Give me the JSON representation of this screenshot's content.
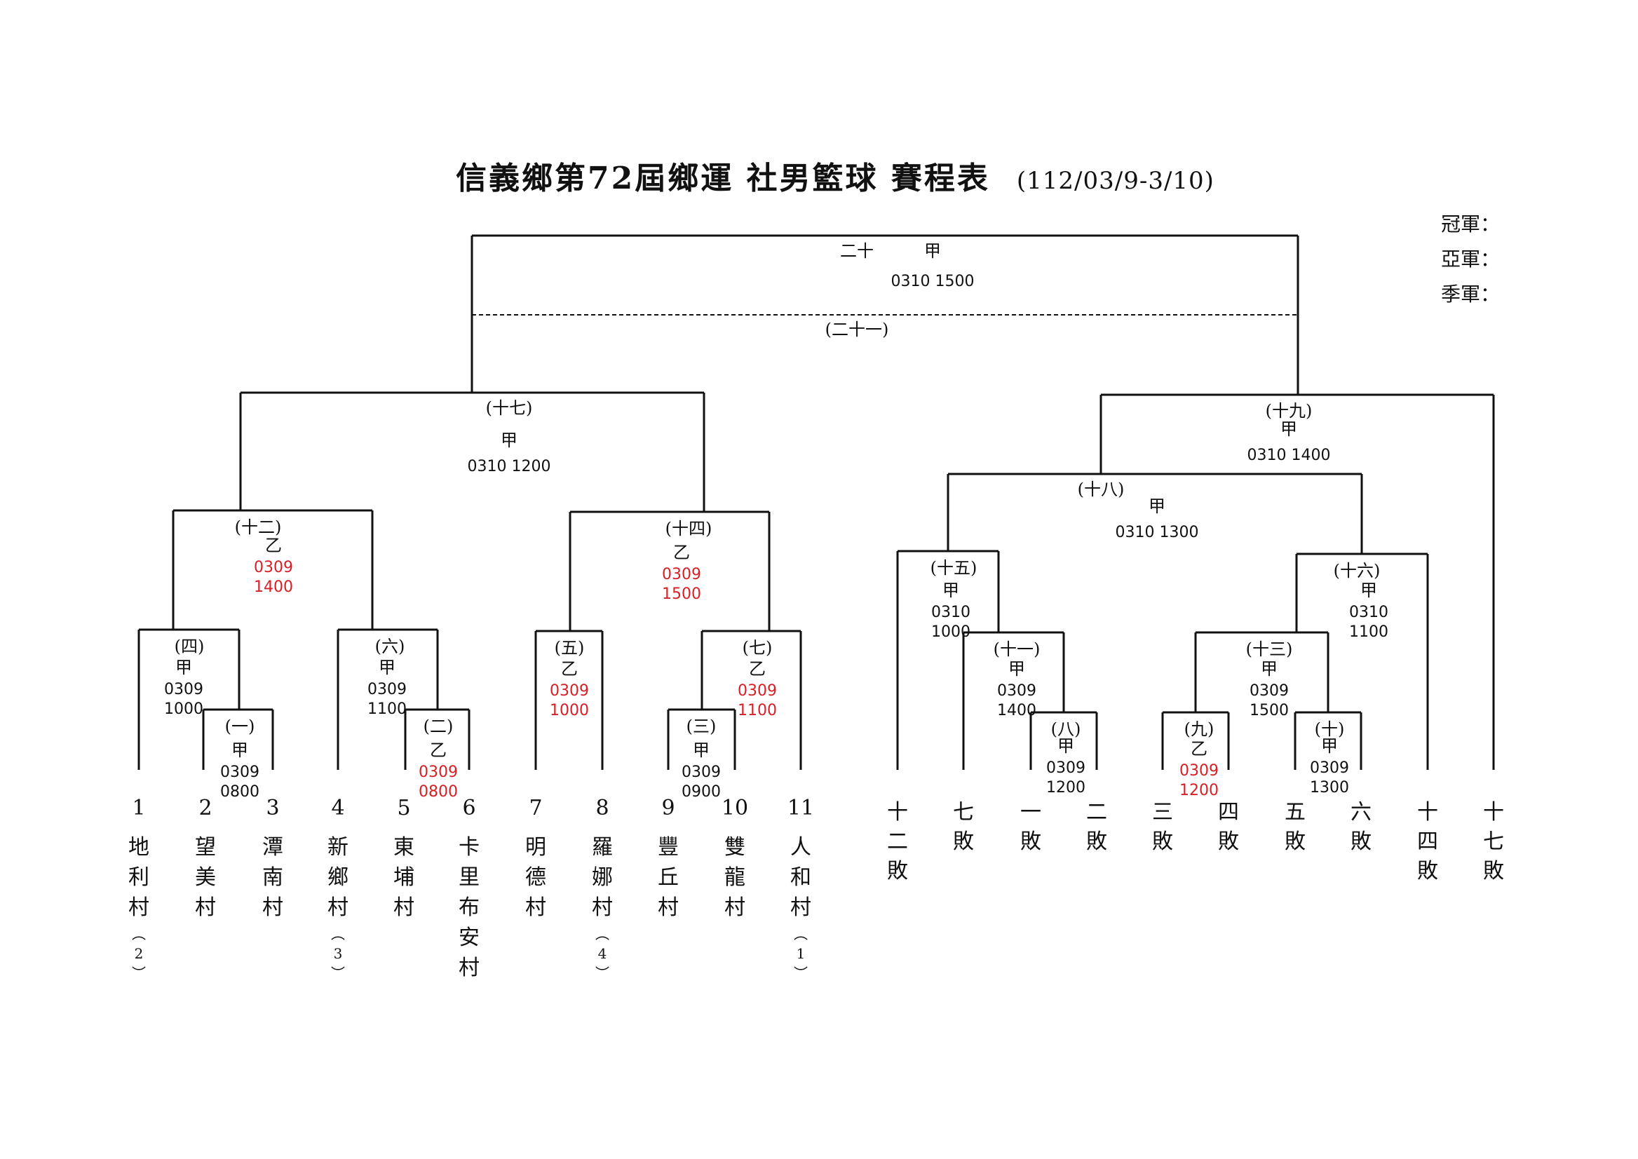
{
  "title": "信義鄉第72屆鄉運 社男籃球 賽程表",
  "dates": "(112/03/9-3/10)",
  "awards": [
    "冠軍：",
    "亞軍：",
    "季軍："
  ],
  "games": {
    "g1": {
      "label": "(一)",
      "court": "甲",
      "date": "0309",
      "time": "0800"
    },
    "g2": {
      "label": "(二)",
      "court": "乙",
      "date": "0309",
      "time": "0800"
    },
    "g3": {
      "label": "(三)",
      "court": "甲",
      "date": "0309",
      "time": "0900"
    },
    "g4": {
      "label": "(四)",
      "court": "甲",
      "date": "0309",
      "time": "1000"
    },
    "g5": {
      "label": "(五)",
      "court": "乙",
      "date": "0309",
      "time": "1000"
    },
    "g6": {
      "label": "(六)",
      "court": "甲",
      "date": "0309",
      "time": "1100"
    },
    "g7": {
      "label": "(七)",
      "court": "乙",
      "date": "0309",
      "time": "1100"
    },
    "g8": {
      "label": "(八)",
      "court": "甲",
      "date": "0309",
      "time": "1200"
    },
    "g9": {
      "label": "(九)",
      "court": "乙",
      "date": "0309",
      "time": "1200"
    },
    "g10": {
      "label": "(十)",
      "court": "甲",
      "date": "0309",
      "time": "1300"
    },
    "g11": {
      "label": "(十一)",
      "court": "甲",
      "date": "0309",
      "time": "1400"
    },
    "g12": {
      "label": "(十二)",
      "court": "乙",
      "date": "0309",
      "time": "1400"
    },
    "g13": {
      "label": "(十三)",
      "court": "甲",
      "date": "0309",
      "time": "1500"
    },
    "g14": {
      "label": "(十四)",
      "court": "乙",
      "date": "0309",
      "time": "1500"
    },
    "g15": {
      "label": "(十五)",
      "court": "甲",
      "date": "0310",
      "time": "1000"
    },
    "g16": {
      "label": "(十六)",
      "court": "甲",
      "date": "0310",
      "time": "1100"
    },
    "g17": {
      "label": "(十七)",
      "court": "甲",
      "date": "0310",
      "time": "1200"
    },
    "g18": {
      "label": "(十八)",
      "court": "甲",
      "date": "0310",
      "time": "1300"
    },
    "g19": {
      "label": "(十九)",
      "court": "甲",
      "date": "0310",
      "time": "1400"
    },
    "g20": {
      "label": "二十",
      "court": "甲",
      "date": "0310",
      "time": "1500"
    },
    "g21": {
      "label": "(二十一)"
    }
  },
  "teams": [
    {
      "seed": "1",
      "name": "地利村",
      "note": "(2)"
    },
    {
      "seed": "2",
      "name": "望美村",
      "note": ""
    },
    {
      "seed": "3",
      "name": "潭南村",
      "note": ""
    },
    {
      "seed": "4",
      "name": "新鄉村",
      "note": "(3)"
    },
    {
      "seed": "5",
      "name": "東埔村",
      "note": ""
    },
    {
      "seed": "6",
      "name": "卡里布安村",
      "note": ""
    },
    {
      "seed": "7",
      "name": "明德村",
      "note": ""
    },
    {
      "seed": "8",
      "name": "羅娜村",
      "note": "(4)"
    },
    {
      "seed": "9",
      "name": "豐丘村",
      "note": ""
    },
    {
      "seed": "10",
      "name": "雙龍村",
      "note": ""
    },
    {
      "seed": "11",
      "name": "人和村",
      "note": "(1)"
    }
  ],
  "losers": [
    "十二敗",
    "七敗",
    "一敗",
    "二敗",
    "三敗",
    "四敗",
    "五敗",
    "六敗",
    "十四敗",
    "十七敗"
  ],
  "colors": {
    "court_yi": "#d61f26",
    "ink": "#111111"
  }
}
